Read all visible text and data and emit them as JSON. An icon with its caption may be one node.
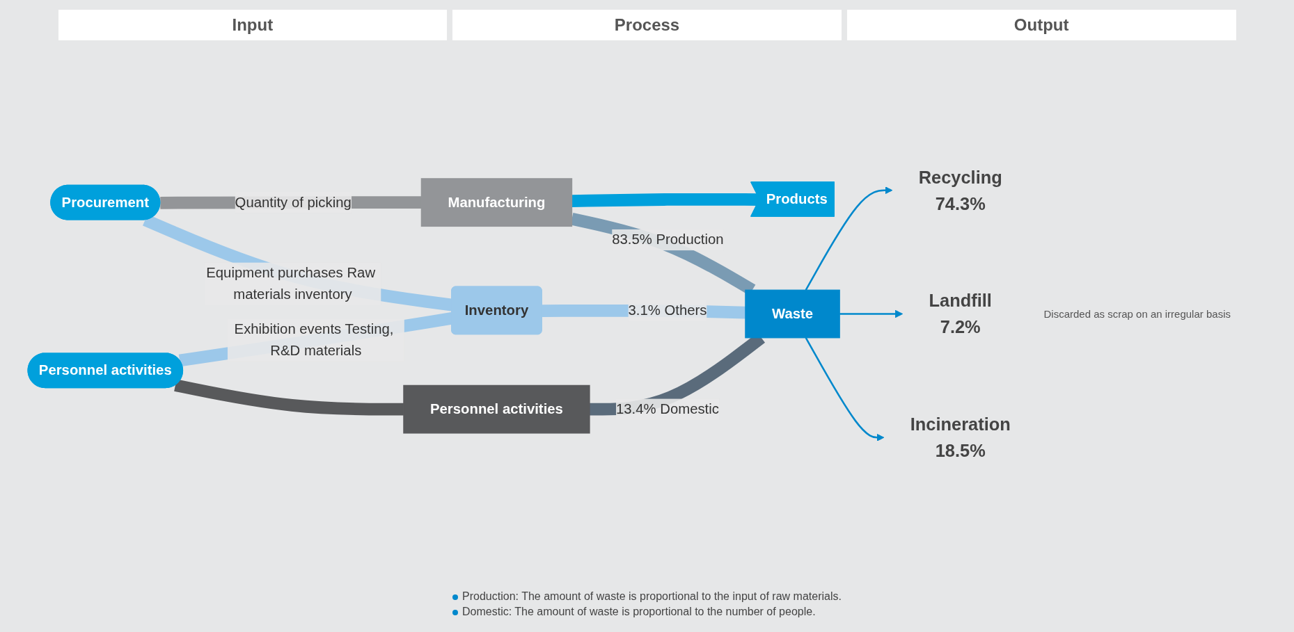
{
  "diagram": {
    "nodes": [
      {
        "text": [
          "Procurement"
        ]
      },
      {
        "text": [
          "Personnel activities"
        ]
      },
      {
        "text": [
          "Inventory"
        ]
      },
      {
        "text": [
          "Manufacturing"
        ]
      },
      {
        "text": [
          "Personnel activities"
        ]
      },
      {
        "text": [
          "Products"
        ]
      },
      {
        "text": [
          "Waste"
        ]
      },
      {
        "text": [
          "Recycling",
          "74.3%"
        ]
      },
      {
        "text": [
          "Landfill",
          "7.2%"
        ]
      },
      {
        "text": [
          "Incineration",
          "18.5%"
        ]
      }
    ],
    "edges": [
      {
        "from": 0,
        "to": 3,
        "arrow": "none",
        "label": "Quantity of picking",
        "color": "#939598"
      },
      {
        "from": 0,
        "to": 2,
        "arrow": "none",
        "label": "Equipment purchases Raw materials inventory",
        "color": "#9cc8ea"
      },
      {
        "from": 1,
        "to": 2,
        "arrow": "none",
        "label": "Exhibition events Testing, R&D materials",
        "color": "#9cc8ea"
      },
      {
        "from": 1,
        "to": 4,
        "arrow": "none",
        "color": "#58595b"
      },
      {
        "from": 2,
        "to": 6,
        "arrow": "none",
        "label": "3.1% Others",
        "color": "#9cc8ea"
      },
      {
        "from": 3,
        "to": 5,
        "arrow": "none",
        "color": "#00a0dc"
      },
      {
        "from": 3,
        "to": 6,
        "arrow": "none",
        "label": "83.5% Production",
        "color": "#7a9bb3"
      },
      {
        "from": 4,
        "to": 6,
        "arrow": "none",
        "label": "13.4% Domestic",
        "color": "#5a6b7b"
      },
      {
        "from": 6,
        "to": 7,
        "arrow": "to",
        "color": "#0088cc"
      },
      {
        "from": 6,
        "to": 8,
        "arrow": "to",
        "color": "#0088cc"
      },
      {
        "from": 6,
        "to": 9,
        "arrow": "to",
        "color": "#0088cc"
      }
    ],
    "labels": [
      "Input",
      "Process",
      "Output",
      "Discarded as scrap on an irregular basis",
      "Production: The amount of waste is proportional to the input of raw materials.",
      "Domestic: The amount of waste is proportional to the number of people."
    ]
  }
}
